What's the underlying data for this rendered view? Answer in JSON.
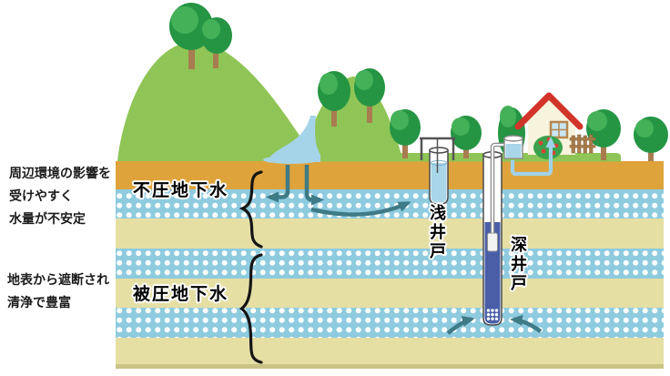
{
  "scene": {
    "left_notes": {
      "unconfined": [
        "周辺環境の影響を",
        "受けやすく",
        "水量が不安定"
      ],
      "confined": [
        "地表から遮断され",
        "清浄で豊富"
      ]
    },
    "layers": {
      "unconfined_label": "不圧地下水",
      "confined_label": "被圧地下水"
    },
    "wells": {
      "shallow_label": "浅井戸",
      "deep_label": "深井戸"
    },
    "colors": {
      "topsoil_ochre": "#dfa33c",
      "aquifer_blue": "#8ecbdf",
      "aquitard_tan": "#e5dfa4",
      "bottom_shadow": "#cbc386",
      "grass_green": "#8fc556",
      "tree_green_dark": "#259544",
      "tree_green_light": "#44b158",
      "trunk_brown": "#a97c50",
      "river_blue": "#a5d4e8",
      "arrow_teal": "#3f7a87",
      "deep_well_water": "#4a5ea8",
      "shallow_well_water": "#a9d6e8",
      "supply_pipe_blue": "#9fd2ea",
      "house_wall": "#f7f3dd",
      "roof_red": "#d2342a",
      "fence_brown": "#aa7f4e"
    }
  }
}
